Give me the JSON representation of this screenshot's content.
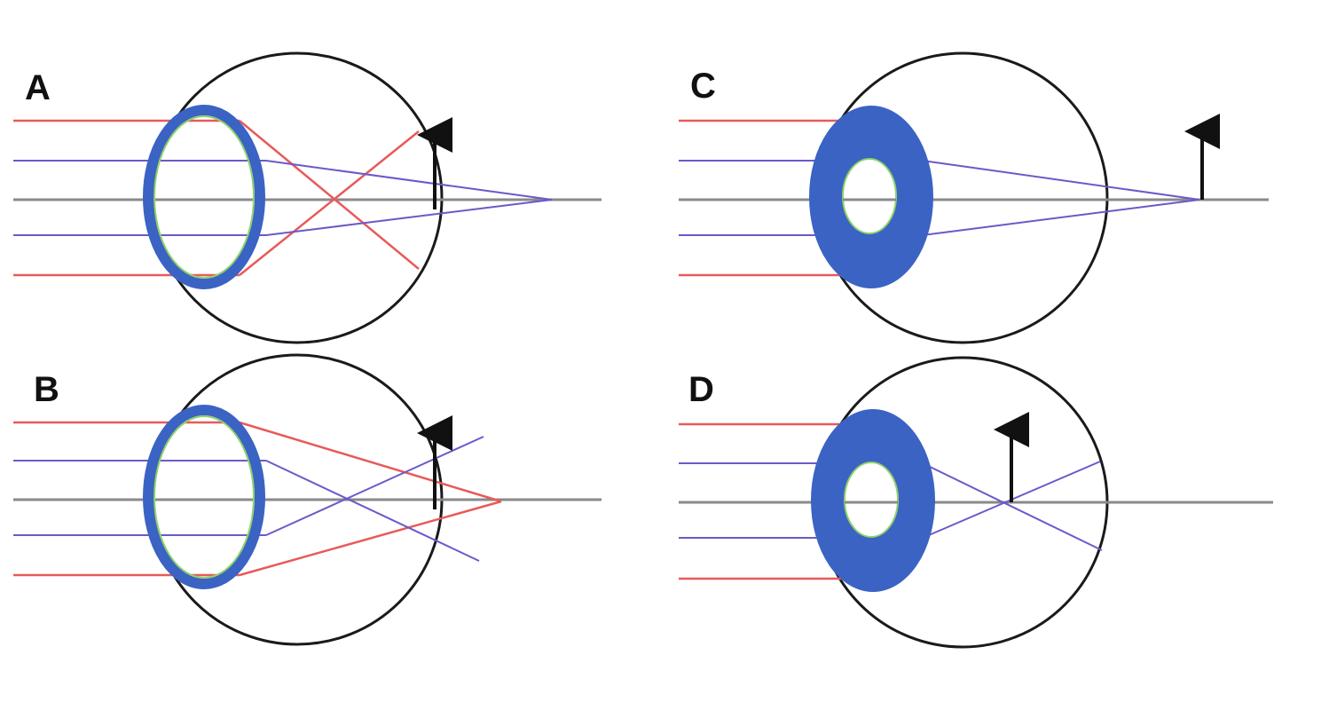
{
  "diagram": {
    "panels": [
      {
        "id": "A",
        "label": "A"
      },
      {
        "id": "B",
        "label": "B"
      },
      {
        "id": "C",
        "label": "C"
      },
      {
        "id": "D",
        "label": "D"
      }
    ]
  },
  "colors": {
    "background": "#ffffff",
    "eyeball_outline": "#1a1a1a",
    "optical_axis": "#8a8a8a",
    "lens_blue": "#3a63c4",
    "lens_inner_edge": "#8fd16a",
    "outer_ray": "#e85a5a",
    "inner_ray": "#6a5ac8",
    "image_arrow": "#111111"
  },
  "icons": {
    "image_marker": "arrow-up-icon"
  }
}
